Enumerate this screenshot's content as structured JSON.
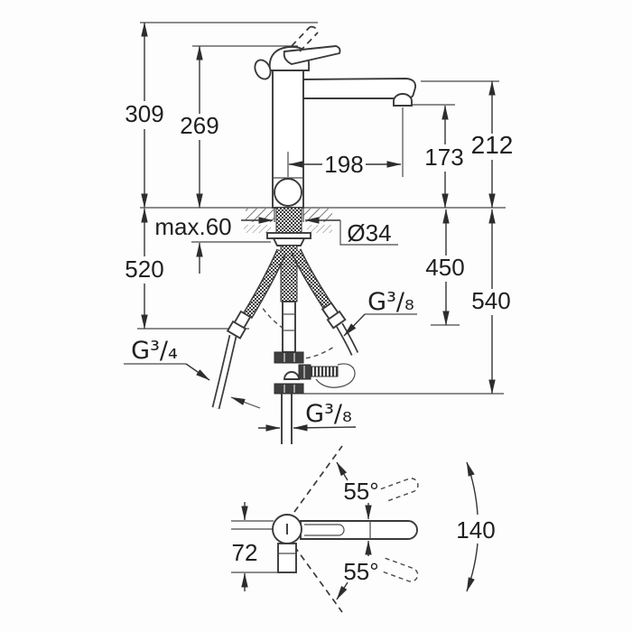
{
  "colors": {
    "line": "#3a3a3a",
    "text": "#1f1f1f",
    "arrow": "#2d2d2d",
    "background": "#fdfdfd"
  },
  "front_view": {
    "labels": {
      "total_height": "309",
      "body_height": "269",
      "counter_thickness": "max.60",
      "hole_diameter": "Ø34",
      "spout_reach": "198",
      "outlet_height": "173",
      "spout_height": "212",
      "left_drop": "520",
      "right_drop": "450",
      "total_drop": "540",
      "thread_supply": "G³/₄",
      "thread_side": "G³/₈",
      "thread_bottom": "G³/₈"
    }
  },
  "top_view": {
    "labels": {
      "swivel_upper": "55°",
      "swivel_lower": "55°",
      "swivel_arc": "140",
      "handle_offset": "72"
    }
  }
}
